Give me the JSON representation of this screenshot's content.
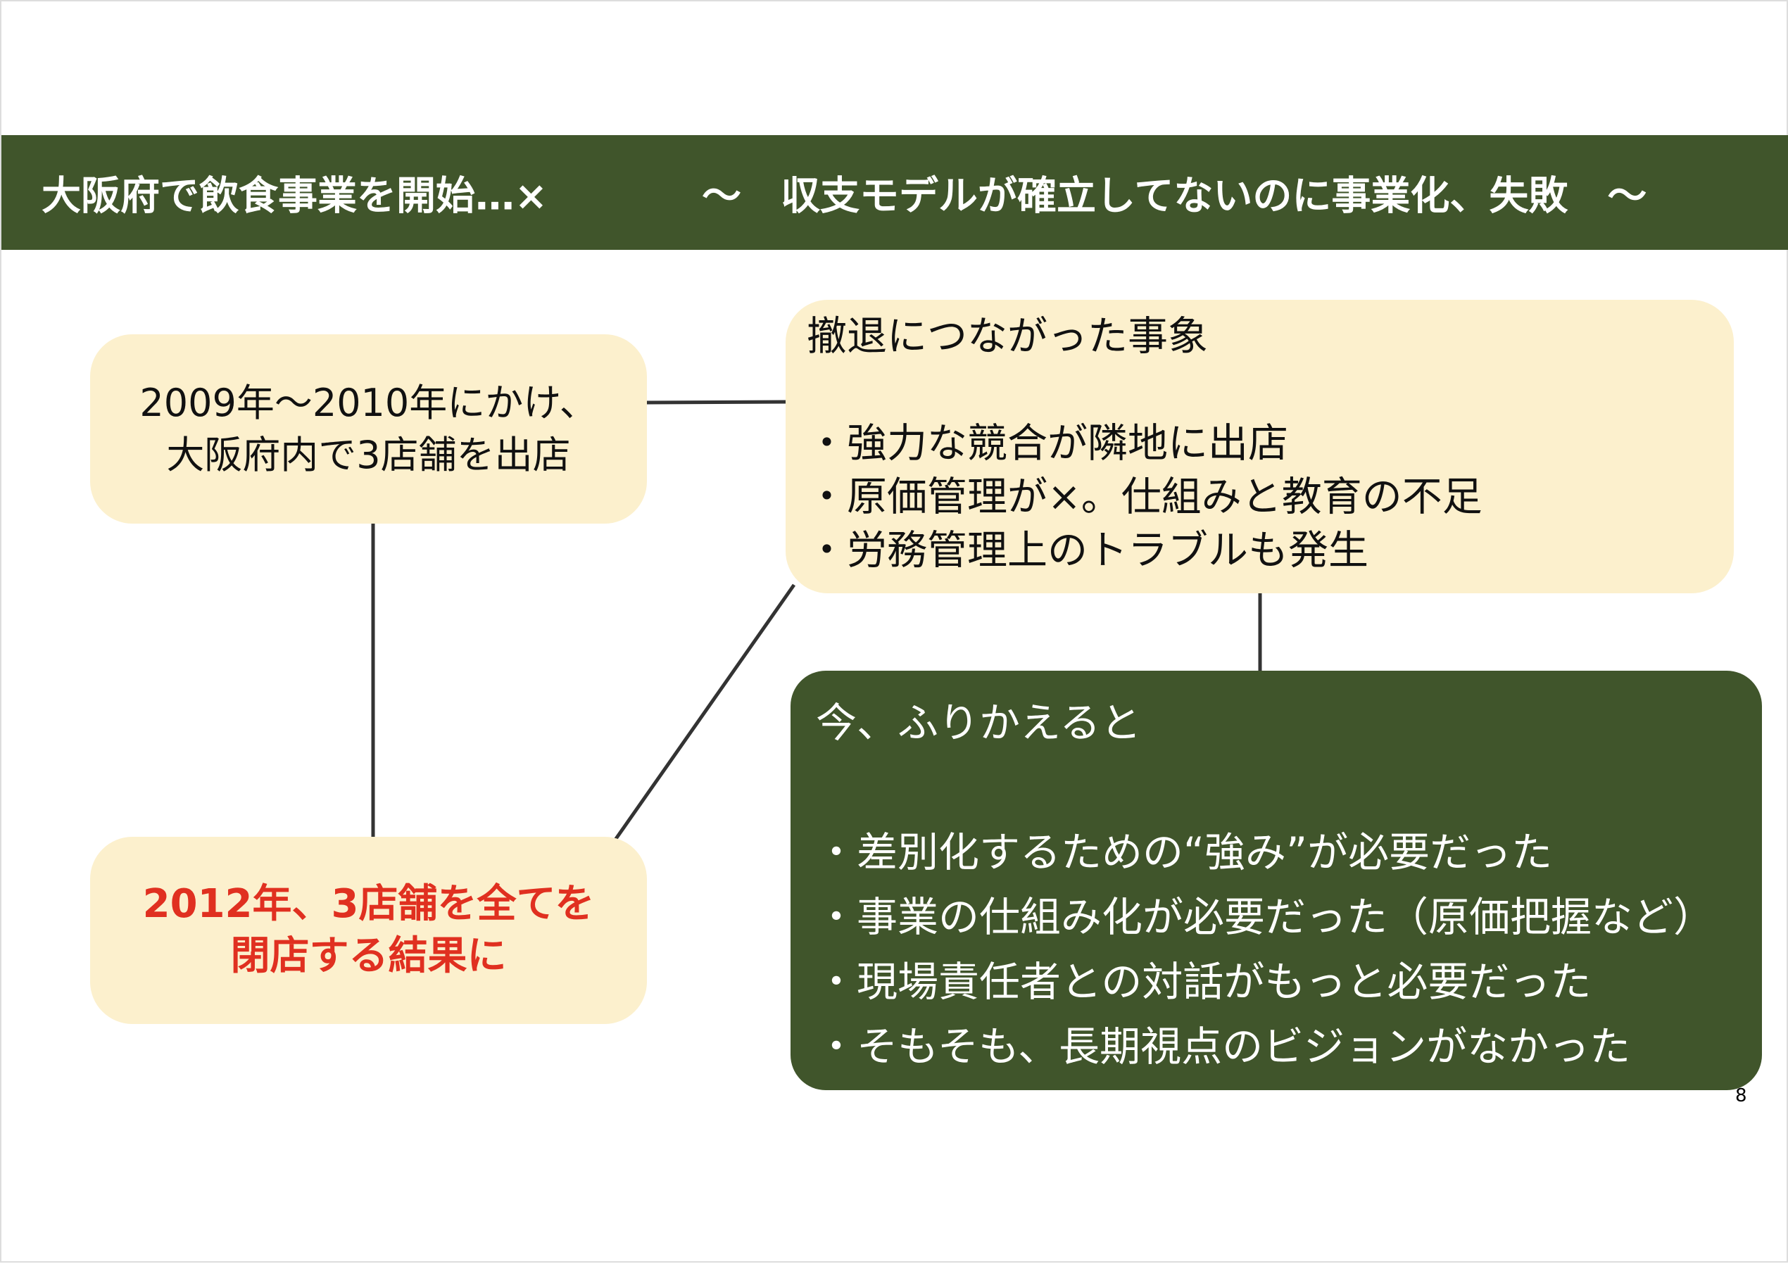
{
  "banner": {
    "left": "大阪府で飲食事業を開始…×",
    "right": "～　収支モデルが確立してないのに事業化、失敗　～"
  },
  "box_start": {
    "lines": [
      "2009年～2010年にかけ、",
      "大阪府内で3店舗を出店"
    ]
  },
  "box_result": {
    "lines": [
      "2012年、3店舗を全てを",
      "閉店する結果に"
    ]
  },
  "box_causes": {
    "heading": "撤退につながった事象",
    "items": [
      "・強力な競合が隣地に出店",
      "・原価管理が×。仕組みと教育の不足",
      "・労務管理上のトラブルも発生"
    ]
  },
  "box_reflection": {
    "heading": "今、ふりかえると",
    "items": [
      "・差別化するための“強み”が必要だった",
      "・事業の仕組み化が必要だった（原価把握など）",
      "・現場責任者との対話がもっと必要だった",
      "・そもそも、長期視点のビジョンがなかった"
    ]
  },
  "page_number": "8",
  "colors": {
    "green": "#40552b",
    "cream": "#fcf0cd",
    "red": "#e03020"
  }
}
